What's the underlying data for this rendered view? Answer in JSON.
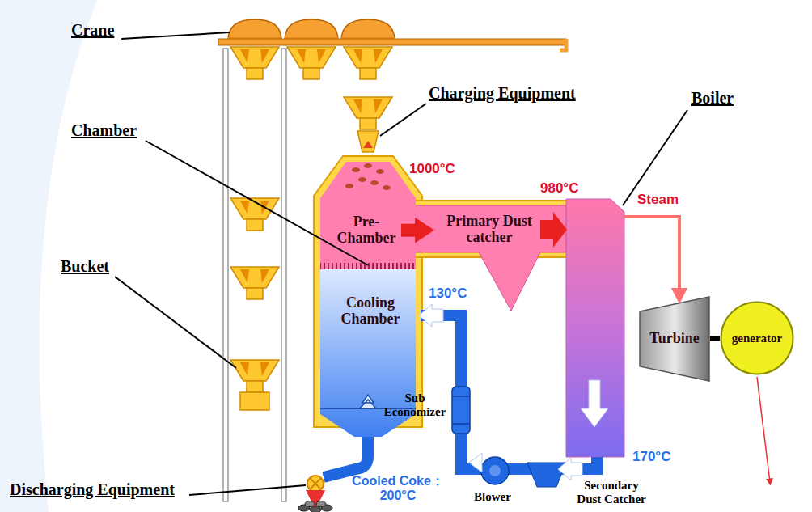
{
  "diagram": {
    "nodes": [
      {
        "text": [
          "Pre-Chamber"
        ]
      },
      {
        "text": [
          "Primary Dust catcher"
        ]
      },
      {
        "text": [
          "Cooling Chamber"
        ]
      },
      {
        "text": [
          "Turbine"
        ]
      },
      {
        "text": [
          "generator"
        ]
      }
    ],
    "edges": [
      {
        "from": 0,
        "to": 1,
        "arrow": "to"
      },
      {
        "from": 3,
        "to": 4,
        "arrow": "none"
      }
    ],
    "labels": [
      "Crane",
      "Charging Equipment",
      "Chamber",
      "Boiler",
      "Bucket",
      "Discharging Equipment",
      "1000°C",
      "980°C",
      "Steam",
      "130°C",
      "Sub Economizer",
      "Secondary Dust Catcher",
      "170°C",
      "Blower",
      "Cooled Coke： 200°C"
    ]
  }
}
